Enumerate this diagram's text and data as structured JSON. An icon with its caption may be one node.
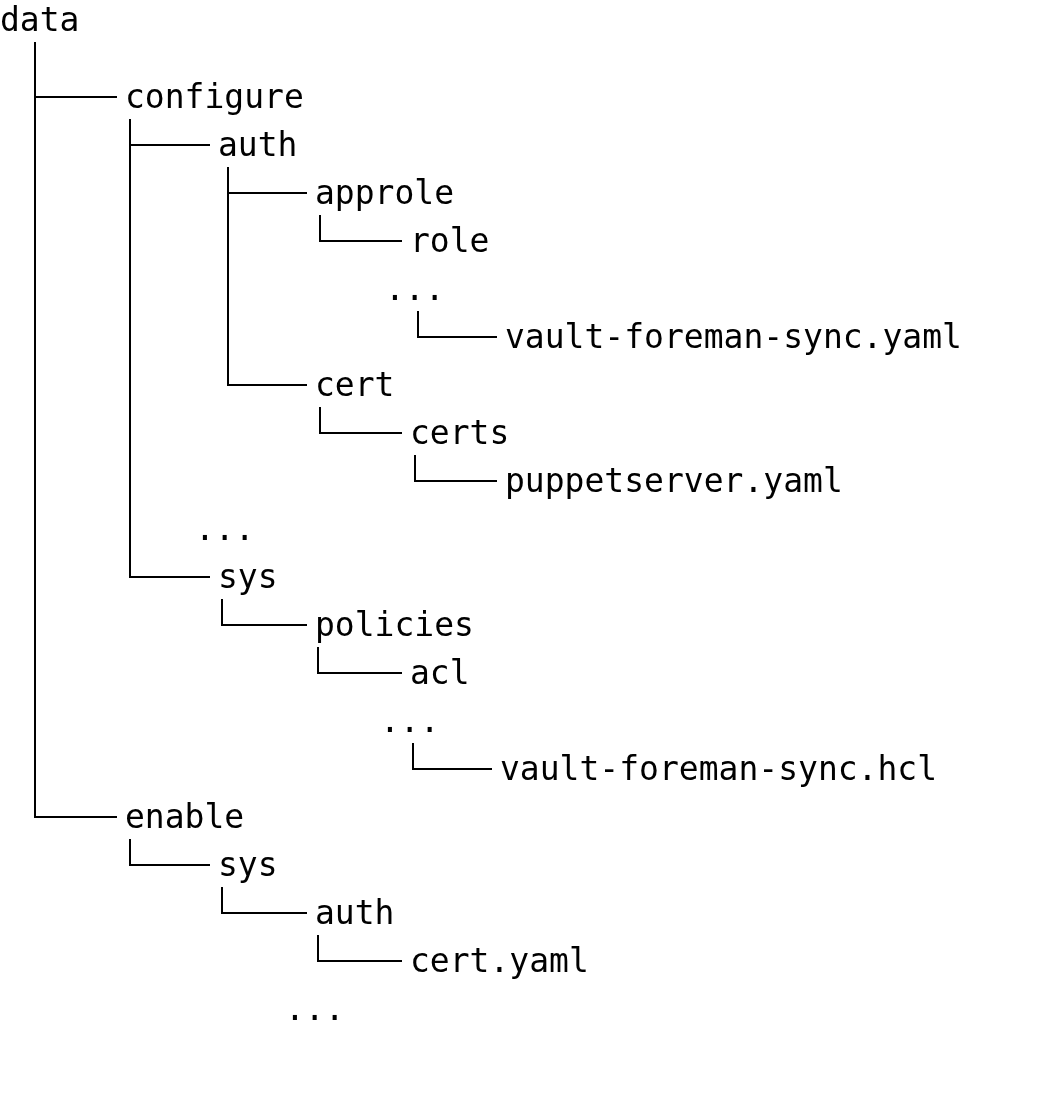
{
  "diagram": {
    "nodes": [
      {
        "text": [
          "data"
        ]
      },
      {
        "text": [
          "configure"
        ]
      },
      {
        "text": [
          "auth"
        ]
      },
      {
        "text": [
          "approle"
        ]
      },
      {
        "text": [
          "role"
        ]
      },
      {
        "text": [
          "..."
        ]
      },
      {
        "text": [
          "vault-foreman-sync.yaml"
        ]
      },
      {
        "text": [
          "cert"
        ]
      },
      {
        "text": [
          "certs"
        ]
      },
      {
        "text": [
          "puppetserver.yaml"
        ]
      },
      {
        "text": [
          "..."
        ]
      },
      {
        "text": [
          "sys"
        ]
      },
      {
        "text": [
          "policies"
        ]
      },
      {
        "text": [
          "acl"
        ]
      },
      {
        "text": [
          "..."
        ]
      },
      {
        "text": [
          "vault-foreman-sync.hcl"
        ]
      },
      {
        "text": [
          "enable"
        ]
      },
      {
        "text": [
          "sys"
        ]
      },
      {
        "text": [
          "auth"
        ]
      },
      {
        "text": [
          "cert.yaml"
        ]
      },
      {
        "text": [
          "..."
        ]
      }
    ],
    "edges": [
      {
        "from": 0,
        "to": 1,
        "arrow": "none"
      },
      {
        "from": 0,
        "to": 16,
        "arrow": "none"
      },
      {
        "from": 1,
        "to": 2,
        "arrow": "none"
      },
      {
        "from": 1,
        "to": 11,
        "arrow": "none"
      },
      {
        "from": 2,
        "to": 3,
        "arrow": "none"
      },
      {
        "from": 2,
        "to": 7,
        "arrow": "none"
      },
      {
        "from": 3,
        "to": 4,
        "arrow": "none"
      },
      {
        "from": 5,
        "to": 6,
        "arrow": "none"
      },
      {
        "from": 7,
        "to": 8,
        "arrow": "none"
      },
      {
        "from": 8,
        "to": 9,
        "arrow": "none"
      },
      {
        "from": 11,
        "to": 12,
        "arrow": "none"
      },
      {
        "from": 12,
        "to": 13,
        "arrow": "none"
      },
      {
        "from": 14,
        "to": 15,
        "arrow": "none"
      },
      {
        "from": 16,
        "to": 17,
        "arrow": "none"
      },
      {
        "from": 17,
        "to": 18,
        "arrow": "none"
      },
      {
        "from": 18,
        "to": 19,
        "arrow": "none"
      }
    ]
  }
}
